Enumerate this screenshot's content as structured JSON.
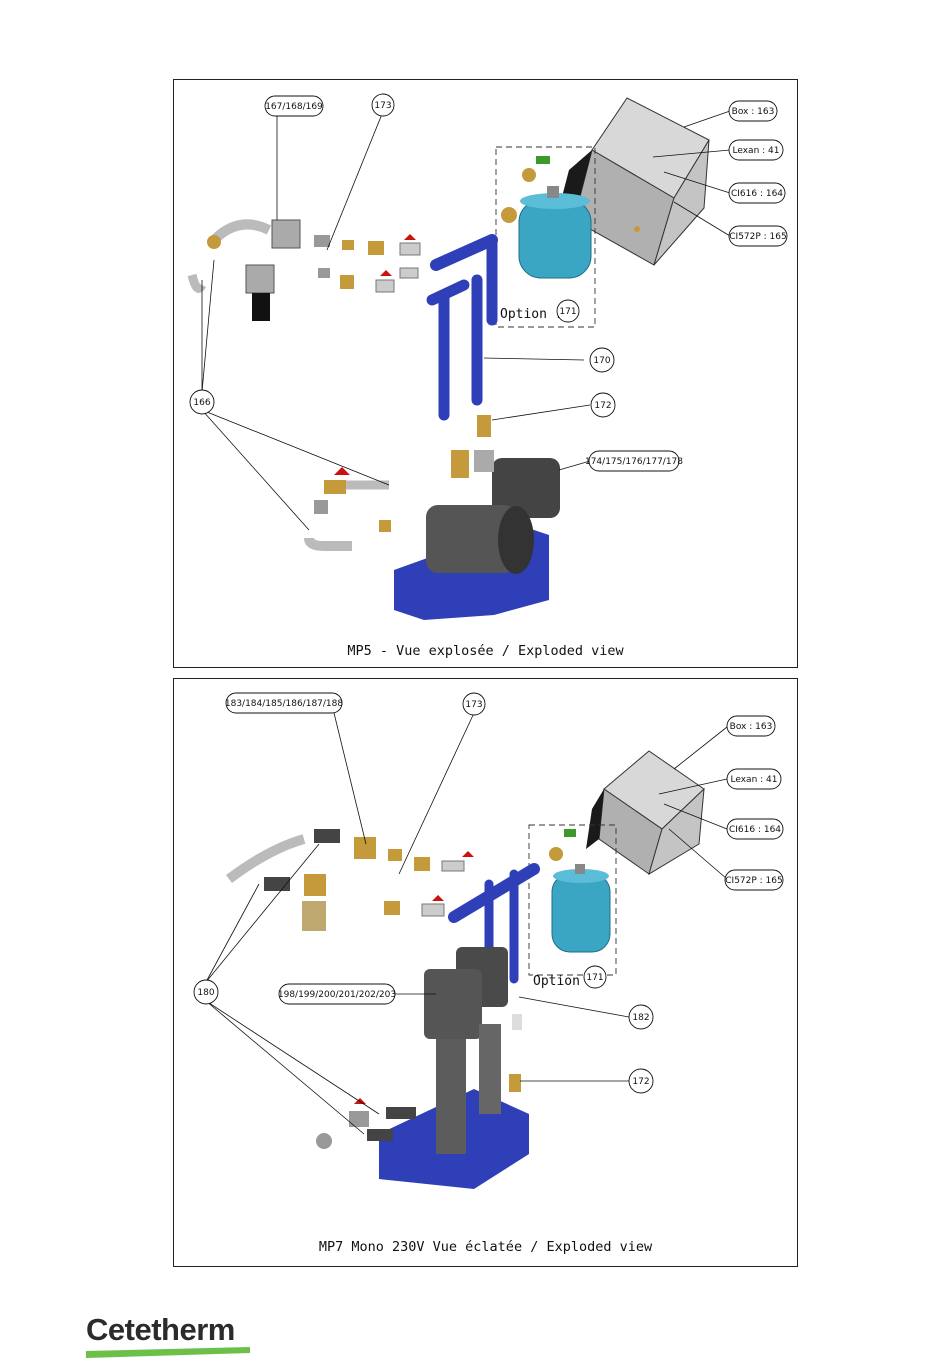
{
  "panel_top": {
    "caption": "MP5 - Vue explosée / Exploded view",
    "labels": {
      "p167": "167/168/169",
      "p173": "173",
      "box": "Box : 163",
      "lexan": "Lexan : 41",
      "ci616": "CI616 : 164",
      "ci572": "CI572P : 165",
      "option": "Option :",
      "p171": "171",
      "p170": "170",
      "p166": "166",
      "p172": "172",
      "p174": "174/175/176/177/178"
    }
  },
  "panel_bottom": {
    "caption": "MP7 Mono 230V Vue éclatée / Exploded view",
    "labels": {
      "p183": "183/184/185/186/187/188",
      "p173": "173",
      "box": "Box : 163",
      "lexan": "Lexan : 41",
      "ci616": "CI616 : 164",
      "ci572": "CI572P : 165",
      "option": "Option",
      "p171": "171",
      "p180": "180",
      "p198": "198/199/200/201/202/203",
      "p182": "182",
      "p172": "172"
    }
  },
  "brand": {
    "logo_text": "Cetetherm",
    "accent_color": "#6cc04a"
  },
  "colors": {
    "frame": "#2f3fb8",
    "tank": "#3aa6c4",
    "motor": "#4a4a4a",
    "brass": "#c49a3a",
    "box": "#b8b8b8"
  }
}
